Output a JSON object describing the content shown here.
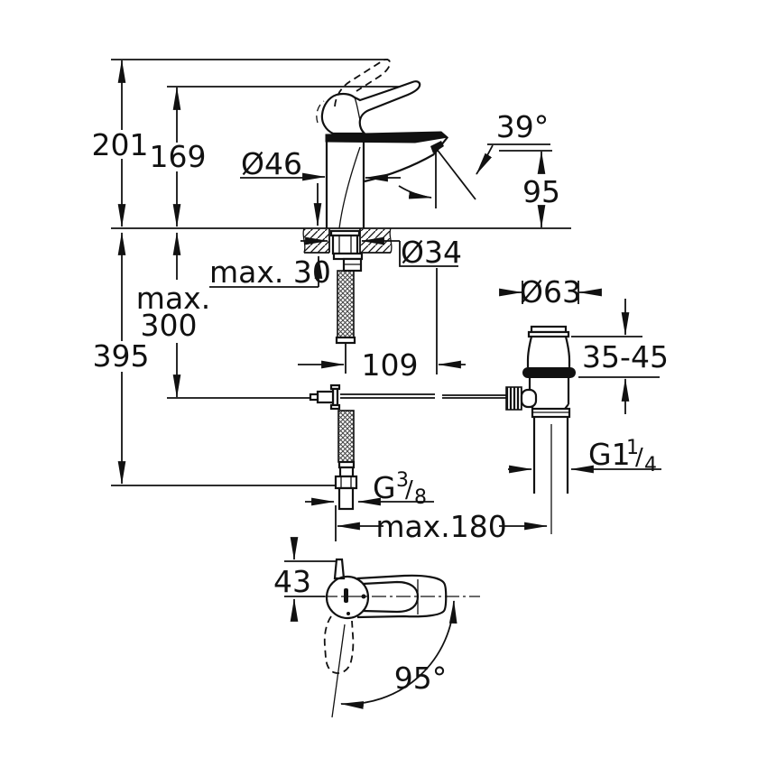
{
  "drawing": {
    "title": "single-lever basin mixer installation drawing",
    "colors": {
      "ink": "#111111",
      "background": "#ffffff"
    },
    "dims": {
      "height_total": "201",
      "height_body": "169",
      "spout_diameter": "Ø46",
      "spout_angle": "39°",
      "spout_height": "95",
      "deck_thickness": "max. 30",
      "hole_diameter": "Ø34",
      "under_deck": "max.",
      "under_deck2": "300",
      "overall_height": "395",
      "waste_flange_diameter": "Ø63",
      "waste_range": "35-45",
      "rod_offset": "109",
      "hose_reach": "max.180",
      "waste_thread": {
        "main": "G1",
        "num": "1",
        "slash": "/",
        "den": "4"
      },
      "supply_thread": {
        "main": "G",
        "num": "3",
        "slash": "/",
        "den": "8"
      },
      "handle_width": "43",
      "handle_swing": "95°"
    }
  }
}
